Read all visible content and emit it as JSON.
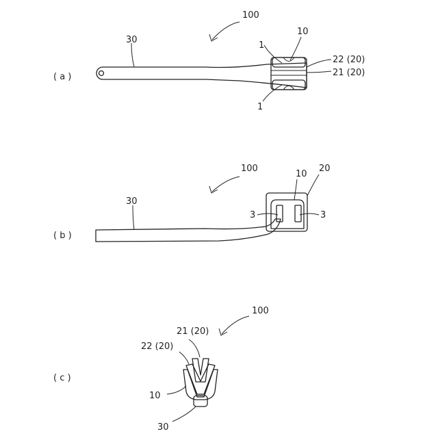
{
  "figures": {
    "a": {
      "panel_label": "( a )",
      "ref_assembly": "100",
      "ref_element": "10",
      "ref_handle": "30",
      "ref_top_part": "1",
      "ref_bottom_part": "1",
      "ref_upper_layer": "22 (20)",
      "ref_lower_layer": "21 (20)"
    },
    "b": {
      "panel_label": "( b )",
      "ref_assembly": "100",
      "ref_element": "10",
      "ref_frame": "20",
      "ref_handle": "30",
      "ref_left_slot": "3",
      "ref_right_slot": "3"
    },
    "c": {
      "panel_label": "( c )",
      "ref_assembly": "100",
      "ref_inner_layer": "21 (20)",
      "ref_outer_layer": "22 (20)",
      "ref_element": "10",
      "ref_handle": "30"
    }
  }
}
